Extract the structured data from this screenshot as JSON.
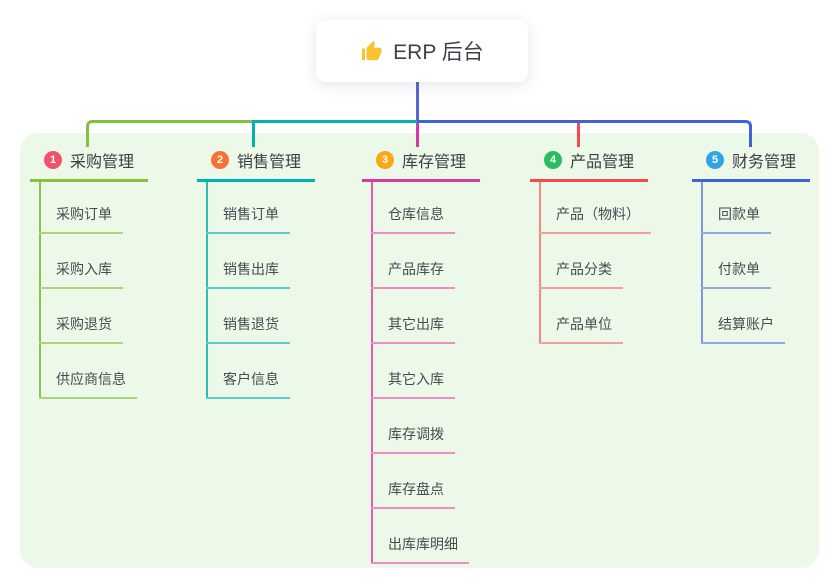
{
  "root": {
    "label": "ERP 后台",
    "icon": "thumbs-up-icon",
    "icon_color": "#F7C331"
  },
  "canvas": {
    "background": "#FFFFFF",
    "panel_background": "#ECF8E8"
  },
  "connectors": {
    "stem_color": "#5767D1",
    "bus_left_color": "#85C13F",
    "bus_mid_color": "#00B3AE",
    "bus_right_color": "#3E62D9"
  },
  "branches": [
    {
      "index": "1",
      "label": "采购管理",
      "badge_color": "#F4516C",
      "line_color": "#84C13E",
      "vertical_color": "#8CC152",
      "light_color": "#A9D67D",
      "children": [
        "采购订单",
        "采购入库",
        "采购退货",
        "供应商信息"
      ]
    },
    {
      "index": "2",
      "label": "销售管理",
      "badge_color": "#F97136",
      "line_color": "#01B3AF",
      "vertical_color": "#2FBDB7",
      "light_color": "#5FCBC7",
      "children": [
        "销售订单",
        "销售出库",
        "销售退货",
        "客户信息"
      ]
    },
    {
      "index": "3",
      "label": "库存管理",
      "badge_color": "#FBA717",
      "line_color": "#D23CA3",
      "vertical_color": "#DF5FB2",
      "light_color": "#EF8BC8",
      "children": [
        "仓库信息",
        "产品库存",
        "其它出库",
        "其它入库",
        "库存调拨",
        "库存盘点",
        "出库库明细"
      ]
    },
    {
      "index": "4",
      "label": "产品管理",
      "badge_color": "#26BE5F",
      "line_color": "#F54A4E",
      "vertical_color": "#F58785",
      "light_color": "#F89D9C",
      "children": [
        "产品（物料）",
        "产品分类",
        "产品单位"
      ]
    },
    {
      "index": "5",
      "label": "财务管理",
      "badge_color": "#31A4E6",
      "line_color": "#3D62DA",
      "vertical_color": "#7D96DC",
      "light_color": "#90A7E3",
      "children": [
        "回款单",
        "付款单",
        "结算账户"
      ]
    }
  ]
}
